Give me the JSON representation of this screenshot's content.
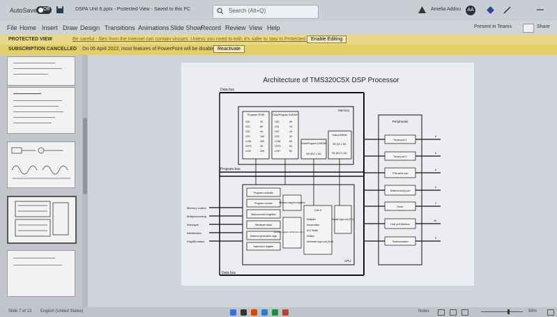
{
  "titlebar": {
    "autosave_label": "AutoSave",
    "autosave_state": "Off",
    "doc_title": "DSPA Unit 6.pptx - Protected View - Saved to this PC",
    "search_placeholder": "Search (Alt+Q)",
    "user_name": "Amelia Addou",
    "user_initials": "AA",
    "warning_icon": "warning-icon",
    "diamond_icon": "diamond-icon",
    "pen_icon": "pen-icon",
    "minimize_icon": "minimize-icon"
  },
  "ribbon": {
    "tabs": [
      "File",
      "Home",
      "Insert",
      "Draw",
      "Design",
      "Transitions",
      "Animations",
      "Slide Show",
      "Record",
      "Review",
      "View",
      "Help"
    ],
    "present_label": "Present in Teams",
    "share_label": "Share"
  },
  "banners": {
    "protected_label": "PROTECTED VIEW",
    "protected_msg": "Be careful - files from the Internet can contain viruses. Unless you need to edit, it's safer to stay in Protected View.",
    "enable_editing": "Enable Editing",
    "subscription_label": "SUBSCRIPTION CANCELLED",
    "subscription_msg": "On 05 April 2022, most features of PowerPoint will be disabled.",
    "reactivate": "Reactivate"
  },
  "slide": {
    "title": "Architecture of TMS320C5X DSP Processor",
    "data_bus": "Data bus",
    "program_bus": "Program bus",
    "memory": "Memory",
    "cpu": "CPU",
    "peripherals": "Peripherals",
    "program_rom": "Program ROM",
    "data_program_saram": "Data/Program SARAM",
    "rom_rows": [
      [
        "C50",
        "2K"
      ],
      [
        "C51",
        "8K"
      ],
      [
        "C52",
        "4K"
      ],
      [
        "C53",
        "16K"
      ],
      [
        "LC56",
        "32K"
      ],
      [
        "C57S",
        "2K"
      ],
      [
        "LC57",
        "32K"
      ]
    ],
    "saram_rows": [
      [
        "C50",
        "9K"
      ],
      [
        "C51",
        "1K"
      ],
      [
        "C52",
        "1K"
      ],
      [
        "C53",
        "3K"
      ],
      [
        "LC56",
        "6K"
      ],
      [
        "C57S",
        "6K"
      ],
      [
        "LC57",
        "6K"
      ]
    ],
    "dual_program": "Data/Program DARAM",
    "dual_b0": "B0 (512 x 16)",
    "data_daram": "Data DARAM",
    "daram_b2": "B2 (32 x 16)",
    "daram_b1": "B1 (512 x 16)",
    "program_controller": "Program controller",
    "program_counter": "Program counter",
    "status_control": "Status/control registers",
    "hardware_stack": "Hardware stack",
    "address_generation": "Address generation logic",
    "instruction_register": "Instruction register",
    "memory_mapped": "Memory-mapped registers",
    "auxiliary_register": "Auxiliary register arithmetic unit (ARAU)",
    "calu": "CALU",
    "calu_items": [
      "Multiplier",
      "Accumulator",
      "ACC Buffer",
      "Shifters",
      "Arithmetic logic unit (ALU)"
    ],
    "parallel_logic": "Parallel logic unit (PLU)",
    "left_signals": [
      "Memory control",
      "Multiprocessing",
      "Interrupts",
      "Initialization",
      "Flag/Bit status"
    ],
    "peripheral_items": [
      "Serial port 1",
      "Serial port 2",
      "TDM serial port",
      "Buffered serial port",
      "Timer",
      "Host port interface",
      "Test/emulation"
    ],
    "peripheral_pins": [
      "6",
      "6",
      "6",
      "6",
      "2",
      "16",
      "5"
    ]
  },
  "status": {
    "slide_counter": "Slide 7 of 13",
    "language": "English (United States)",
    "notes_label": "Notes",
    "zoom_label": "58%"
  },
  "colors": {
    "titlebar_bg": "#c9cdd4",
    "protected_bg": "#e8d98a",
    "subscription_bg": "#e3cf6a"
  }
}
